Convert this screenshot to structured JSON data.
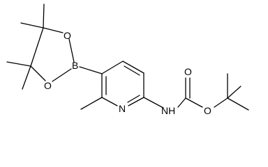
{
  "molecule": {
    "atoms": {
      "boron": "B",
      "oxygen_ring_top": "O",
      "oxygen_ring_bottom": "O",
      "nitrogen_pyridine": "N",
      "nitrogen_amide": "NH",
      "oxygen_carbonyl": "O",
      "oxygen_ester": "O"
    }
  },
  "colors": {
    "bond": "#000000",
    "label": "#000000",
    "background": "#ffffff"
  }
}
